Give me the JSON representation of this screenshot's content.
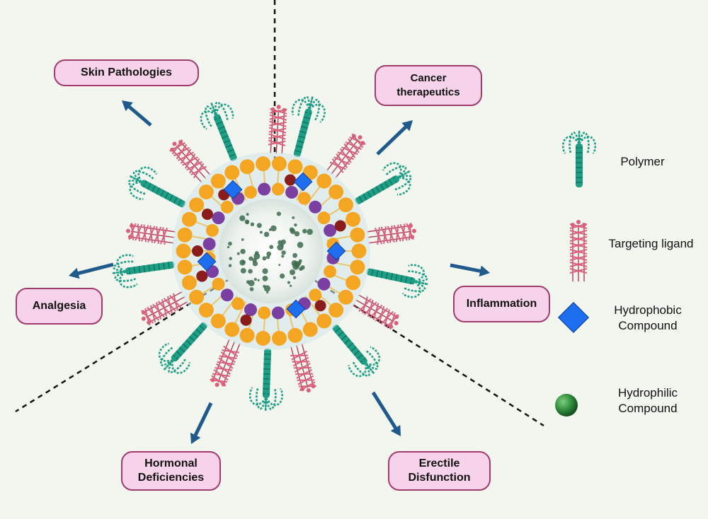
{
  "applications": {
    "skin": "Skin Pathologies",
    "cancer": "Cancer\ntherapeutics",
    "inflammation": "Inflammation",
    "analgesia": "Analgesia",
    "hormonal": "Hormonal\nDeficiencies",
    "erectile": "Erectile\nDisfunction"
  },
  "legend": {
    "polymer": "Polymer",
    "ligand": "Targeting ligand",
    "hydrophobic": "Hydrophobic\nCompound",
    "hydrophilic": "Hydrophilic\nCompound"
  },
  "colors": {
    "pill_fill": "#f6d3ea",
    "pill_border": "#a23a6d",
    "arrow": "#1f5a8c",
    "polymer": "#1f9e86",
    "ligand": "#d9607a",
    "lipid_head": "#f4a623",
    "inner_head": "#7a3fa0",
    "hydrophobic": "#1e6ef0",
    "hydrophilic": "#2e8b3a"
  },
  "icons": [
    "polymer-icon",
    "ligand-icon",
    "hydrophobic-diamond-icon",
    "hydrophilic-sphere-icon",
    "arrow-icon"
  ]
}
